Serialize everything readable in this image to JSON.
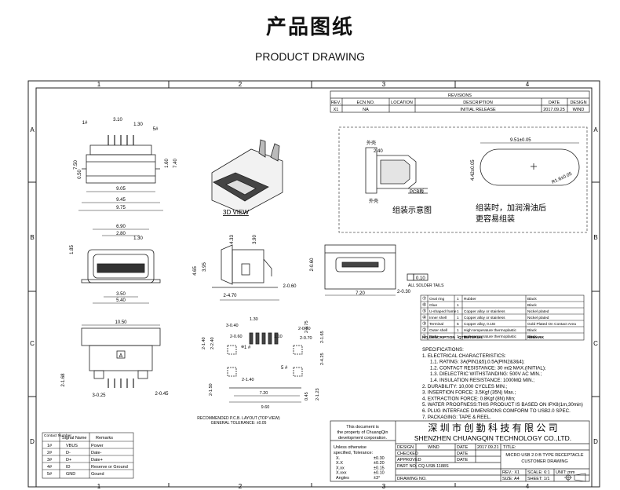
{
  "header": {
    "title_cn": "产品图纸",
    "title_en": "PRODUCT DRAWING"
  },
  "frame": {
    "cols": [
      "1",
      "2",
      "3",
      "4"
    ],
    "rows": [
      "A",
      "B",
      "C",
      "D"
    ]
  },
  "revisions": {
    "caption": "REVISIONS",
    "headers": [
      "REV.",
      "ECN NO.",
      "LOCATION",
      "DESCRIPTION",
      "DATE",
      "DESIGN"
    ],
    "row": [
      "X1",
      "NA",
      "",
      "INITIAL RELEASE",
      "2017.09.25",
      "WIND"
    ]
  },
  "view_labels": {
    "view3d": "3D VIEW",
    "pin1": "1#",
    "pin5": "5#",
    "pin_top": "1 #",
    "pin_bot": "5 #"
  },
  "dims": {
    "top": [
      "3.10",
      "1.30",
      "7.50",
      "0.50",
      "1.60",
      "7.40",
      "9.05",
      "9.45",
      "9.75"
    ],
    "front": [
      "6.90",
      "2.80",
      "1.30",
      "1.85",
      "3.50",
      "5.40"
    ],
    "side": [
      "4.33",
      "3.90",
      "3.95",
      "4.65",
      "2-4.70",
      "2-0.60",
      "2-0.60",
      "7.20",
      "2-0.30"
    ],
    "bottom": [
      "10.50",
      "2-1.68",
      "3-0.25",
      "2-0.45"
    ],
    "pcb": [
      "1.30",
      "3-0.40",
      "2-0.50",
      "2-0.60",
      "1.10",
      "2-0.70",
      "2-1.40",
      "2-2.40",
      "2-4.25",
      "2-1.40",
      "7.20",
      "9.60",
      "2-1.50",
      "0.45",
      "2-1.23",
      "2-1.65",
      "2-0.75"
    ]
  },
  "pcb_notes": [
    "RECOMMENDED P.C.B. LAYOUT (TOP VIEW)",
    "GENERAL TOLERANCE: ±0.05"
  ],
  "gasket": {
    "dims": [
      "9.51±0.05",
      "4.42±0.05",
      "R1.6±0.05",
      "外壳",
      "2.40",
      "PCB板",
      "外壳"
    ],
    "caption": "组装示意图",
    "note_line1": "组装时，加润滑油后",
    "note_line2": "更容易组装"
  },
  "solder_tails": {
    "value": "0.10",
    "label": "ALL SOLDER TAILS"
  },
  "bom": {
    "headers": [
      "NO.",
      "DESCRIPTION",
      "QTY",
      "MATERIAL",
      "REMARK"
    ],
    "rows": [
      [
        "⑦",
        "Oval ring",
        "1",
        "Rubber",
        "Black"
      ],
      [
        "⑥",
        "Glue",
        "1",
        "",
        "Black"
      ],
      [
        "⑤",
        "U-shaped frame",
        "1",
        "Copper alloy or stainless",
        "Nickel plated"
      ],
      [
        "④",
        "Inner shell",
        "1",
        "Copper alloy or stainless",
        "Nickel plated"
      ],
      [
        "③",
        "Terminal",
        "5",
        "Copper alloy, 0.15t",
        "Gold Plated On Contact Area"
      ],
      [
        "②",
        "Outer shell",
        "1",
        "High temperature thermoplastic",
        "Black"
      ],
      [
        "①",
        "Body",
        "1",
        "High temperature thermoplastic",
        "Black"
      ]
    ]
  },
  "specs": [
    "SPECIFICATIONS:",
    "1. ELECTRICAL CHARACTERISTICS:",
    "1.1. RATING: 3A(PIN1&5),0.5A(PIN2&3&4);",
    "1.2. CONTACT RESISTANCE: 30 mΩ MAX.(INITIAL);",
    "1.3. DIELECTRIC WITHSTANDING: 500V AC MIN.;",
    "1.4. INSULATION RESISTANCE: 1000MΩ MIN.;",
    "2. DURABILITY: 10,000 CYCLES MIN.;",
    "3. INSERTION FORCE: 3.5Kgf (35N) Max.;",
    "4. EXTRACTION FORCE: 0.8Kgf (8N) Min;",
    "5. WATER PROOFNESS:THIS PRODUCT IS BASED ON IPX8(1m,30min)",
    "6. PLUG INTERFACE DIMENSIONS COMFORM TO USB2.0 SPEC.",
    "7. PACKAGING: TAPE & REEL."
  ],
  "pin_table": {
    "headers": [
      "Contact Number",
      "Signal Name",
      "Remarks"
    ],
    "rows": [
      [
        "1#",
        "VBUS",
        "Power"
      ],
      [
        "2#",
        "D-",
        "Date-"
      ],
      [
        "3#",
        "D+",
        "Date+"
      ],
      [
        "4#",
        "ID",
        "Reserve or Ground"
      ],
      [
        "5#",
        "GND",
        "Gound"
      ]
    ]
  },
  "title_block": {
    "property": [
      "This document is",
      "the property of ChuangQin",
      "development corporation."
    ],
    "tolerance": [
      "Unless otherwise",
      "specified, Tolerance:"
    ],
    "tol_rows": [
      [
        "X.",
        "±0.30"
      ],
      [
        "X.X",
        "±0.20"
      ],
      [
        "X.xx",
        "±0.15"
      ],
      [
        "X.xxx",
        "±0.10"
      ],
      [
        "Angles",
        "±3°"
      ]
    ],
    "company_cn": "深 圳 市 创 勤 科 技 有 限 公 司",
    "company_en": "SHENZHEN CHUANGQIN TECHNOLOGY CO.,LTD.",
    "design_lbl": "DESIGN",
    "design_val": "WIND",
    "date_lbl": "DATE",
    "date_val": "2017.09.21",
    "checked": "CHECKED",
    "approved": "APPROVED",
    "date2": "DATE",
    "date3": "DATE",
    "part_no": "PART NO. CQ-USB-1188S",
    "drawing_no": "DRAWING NO.",
    "title_lbl": "TITLE:",
    "title_line1": "MICRO USB 2.0 B TYPE RECEPTACLE",
    "title_line2": "CUSTOMER DRAWING",
    "rev": "REV.: X1",
    "scale": "SCALE: 6:1",
    "unit": "UNIT: mm",
    "size": "SIZE: A4",
    "sheet": "SHEET: 1/1"
  }
}
